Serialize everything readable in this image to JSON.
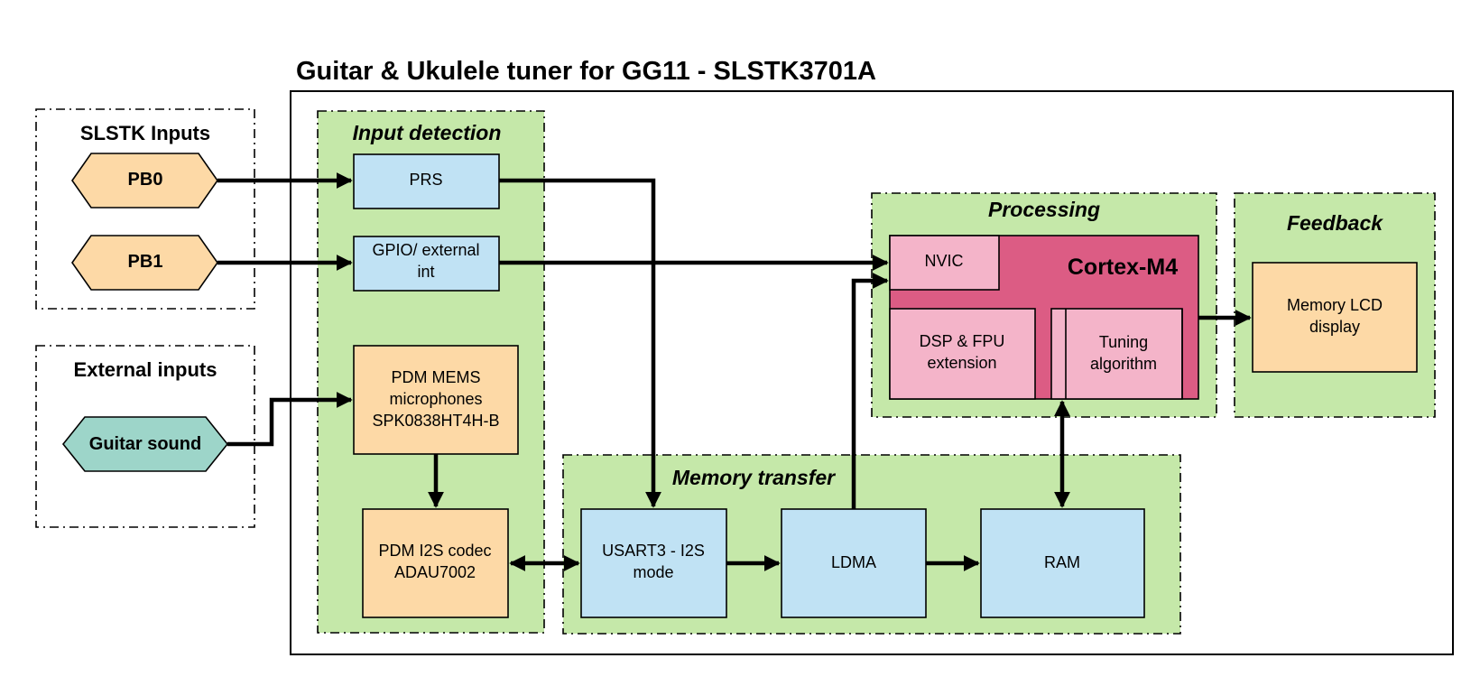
{
  "title": "Guitar & Ukulele tuner for GG11 - SLSTK3701A",
  "groups": {
    "slstk_inputs": "SLSTK Inputs",
    "external_inputs": "External inputs",
    "input_detection": "Input detection",
    "processing": "Processing",
    "feedback": "Feedback",
    "memory_transfer": "Memory transfer"
  },
  "inputs": {
    "pb0": "PB0",
    "pb1": "PB1",
    "guitar_sound": "Guitar sound"
  },
  "blocks": {
    "prs": "PRS",
    "gpio_line1": "GPIO/ external",
    "gpio_line2": "int",
    "pdm_mems_line1": "PDM MEMS",
    "pdm_mems_line2": "microphones",
    "pdm_mems_line3": "SPK0838HT4H-B",
    "pdm_codec_line1": "PDM I2S codec",
    "pdm_codec_line2": "ADAU7002",
    "cortex": "Cortex-M4",
    "nvic": "NVIC",
    "dsp_line1": "DSP & FPU",
    "dsp_line2": "extension",
    "tuning_line1": "Tuning",
    "tuning_line2": "algorithm",
    "lcd_line1": "Memory LCD",
    "lcd_line2": "display",
    "usart_line1": "USART3 - I2S",
    "usart_line2": "mode",
    "ldma": "LDMA",
    "ram": "RAM"
  },
  "colors": {
    "group_fill": "#c5e8a9",
    "block_blue": "#c0e2f4",
    "block_orange": "#fdd9a6",
    "input_teal": "#9dd5c9",
    "cortex_pink": "#dc5c84",
    "subblock_pink": "#f4b4c9"
  }
}
